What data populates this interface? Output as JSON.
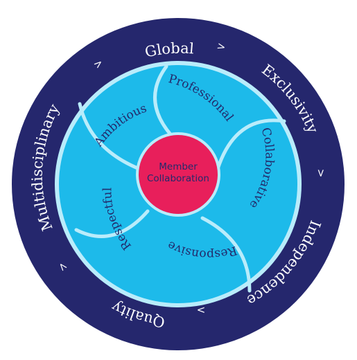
{
  "diagram": {
    "center": {
      "lines": [
        "Member",
        "Collaboration"
      ]
    },
    "inner_values": [
      "Professional",
      "Collaborative",
      "Responsive",
      "Respectful",
      "Ambitious"
    ],
    "outer_values": [
      "Global",
      "Exclusivity",
      "Independence",
      "Quality",
      "Multidisciplinary"
    ],
    "separator_glyph": ">",
    "colors": {
      "outer_ring": "#25276d",
      "segment_fill": "#1dbaea",
      "segment_stroke": "#b9ecfb",
      "center_fill": "#e81f5b",
      "center_text": "#232a6b",
      "outer_text": "#ffffff"
    }
  }
}
